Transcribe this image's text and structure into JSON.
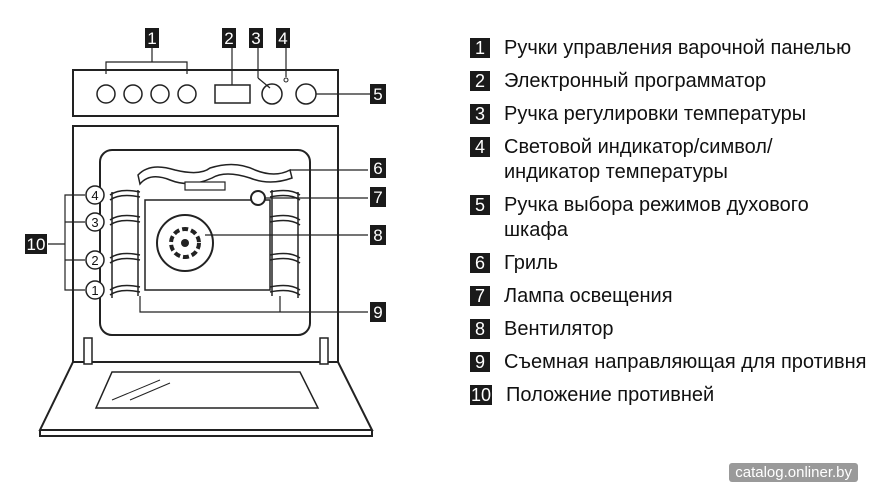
{
  "legend": [
    {
      "num": "1",
      "text": "Ручки управления варочной панелью"
    },
    {
      "num": "2",
      "text": "Электронный программатор"
    },
    {
      "num": "3",
      "text": "Ручка регулировки температуры"
    },
    {
      "num": "4",
      "text": "Световой индикатор/символ/ индикатор температуры"
    },
    {
      "num": "5",
      "text": "Ручка выбора режимов духового шкафа"
    },
    {
      "num": "6",
      "text": "Гриль"
    },
    {
      "num": "7",
      "text": "Лампа освещения"
    },
    {
      "num": "8",
      "text": "Вентилятор"
    },
    {
      "num": "9",
      "text": "Съемная направляющая для противня"
    },
    {
      "num": "10",
      "text": "Положение противней"
    }
  ],
  "diagram": {
    "callouts": [
      "1",
      "2",
      "3",
      "4",
      "5",
      "6",
      "7",
      "8",
      "9",
      "10"
    ],
    "shelf_levels": [
      "4",
      "3",
      "2",
      "1"
    ]
  },
  "watermark": "catalog.onliner.by"
}
